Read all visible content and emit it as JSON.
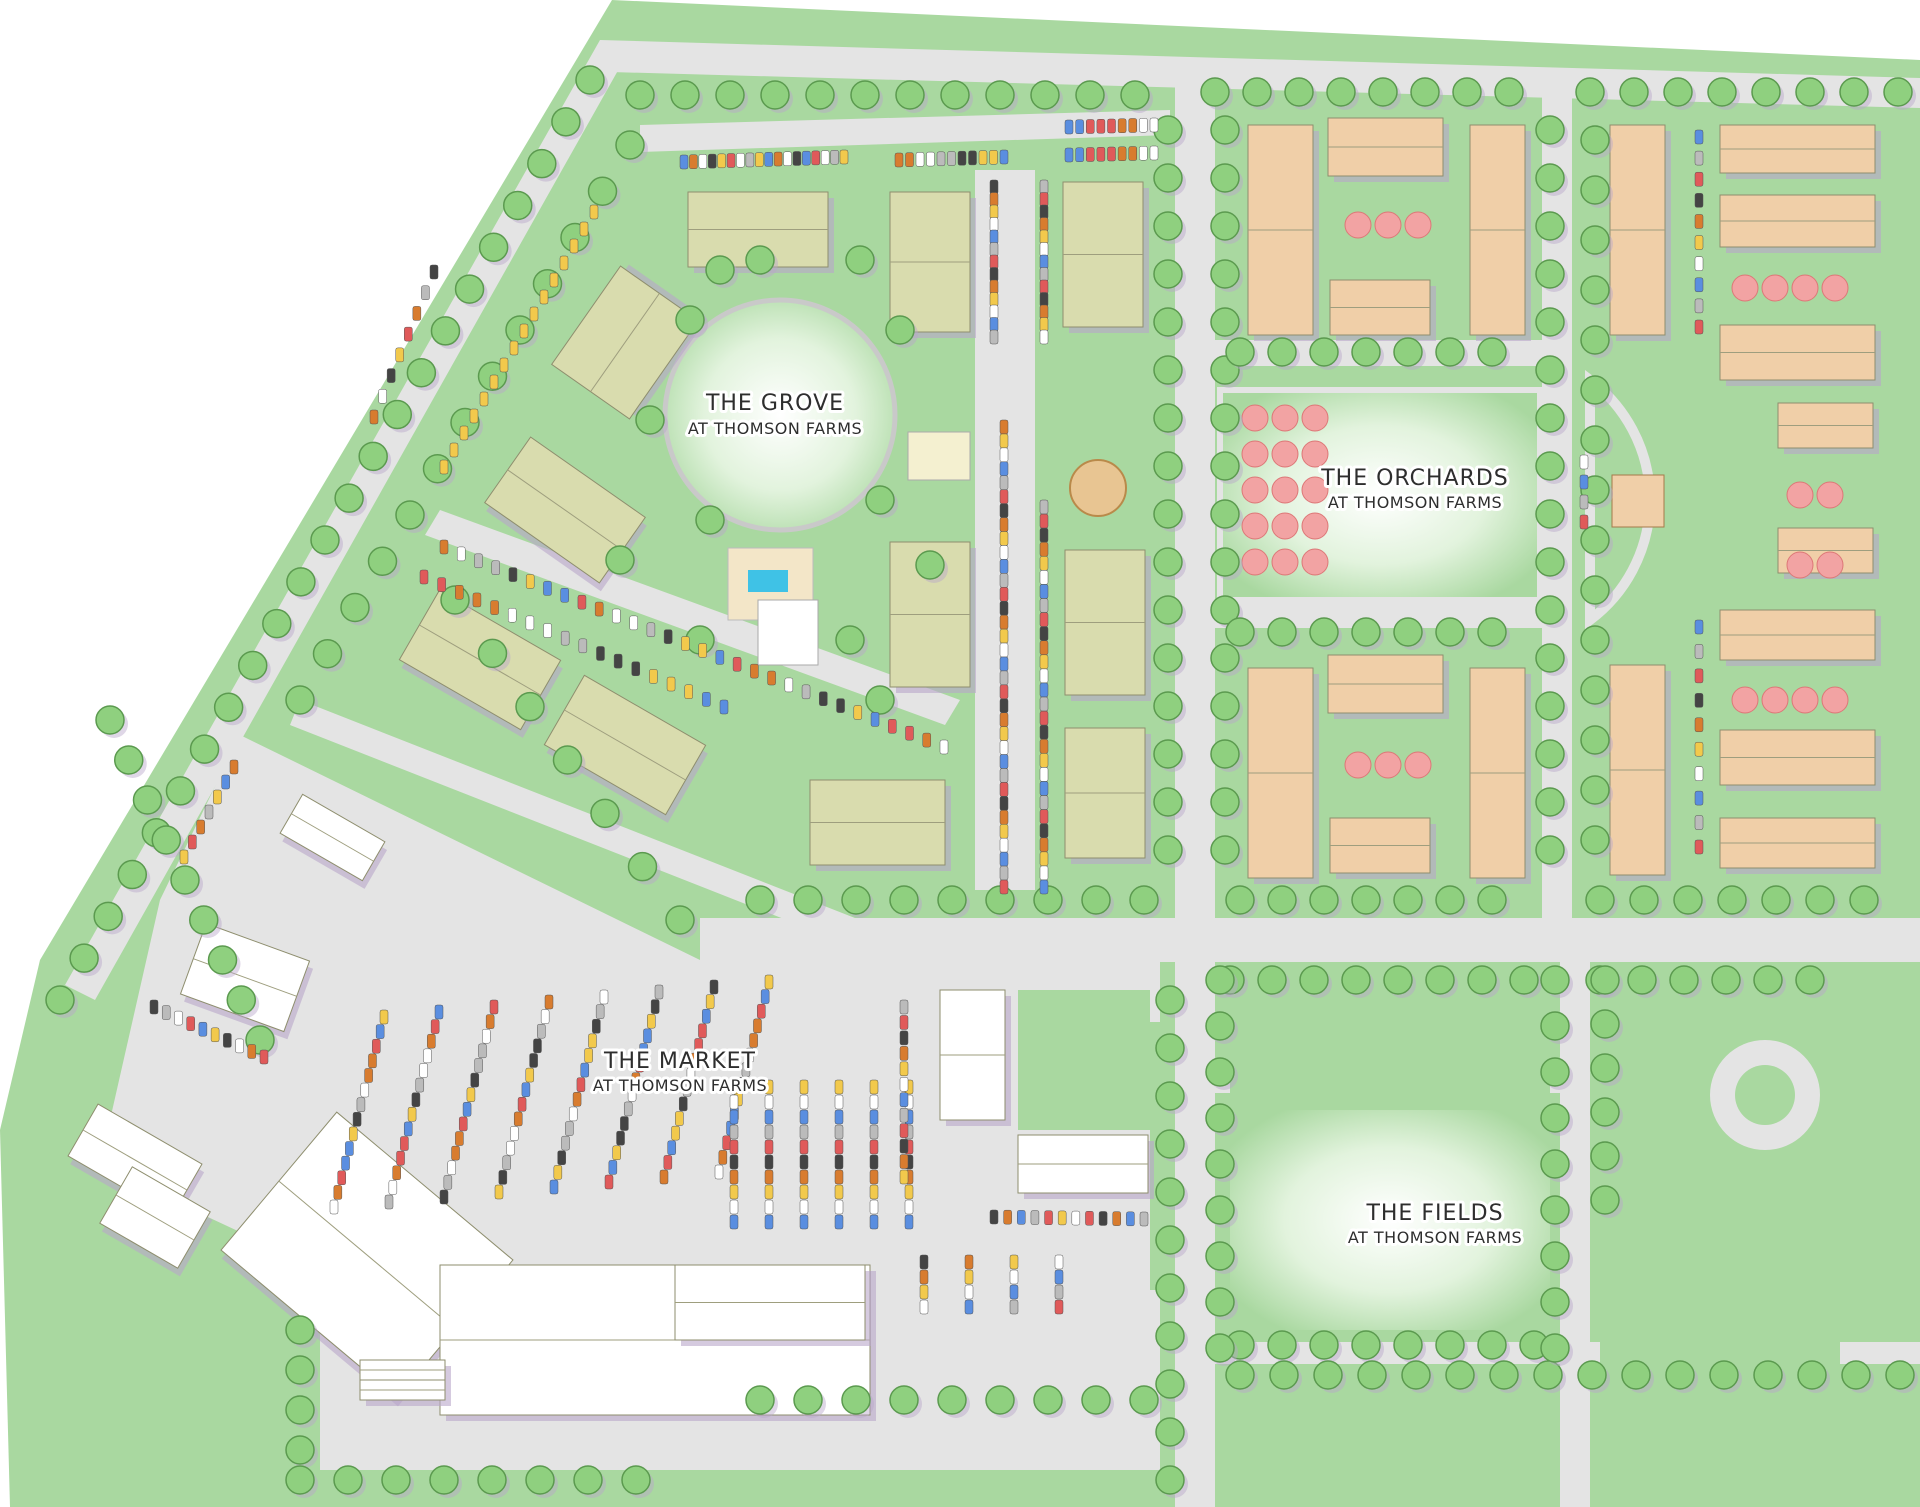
{
  "map": {
    "districts": [
      {
        "id": "grove",
        "name": "THE GROVE",
        "sub": "AT THOMSON FARMS"
      },
      {
        "id": "orchards",
        "name": "THE ORCHARDS",
        "sub": "AT THOMSON FARMS"
      },
      {
        "id": "market",
        "name": "THE MARKET",
        "sub": "AT THOMSON FARMS"
      },
      {
        "id": "fields",
        "name": "THE FIELDS",
        "sub": "AT THOMSON FARMS"
      }
    ]
  },
  "colors": {
    "lawn": "#a9d8a0",
    "lawn_light": "#d6efd0",
    "road": "#e4e4e4",
    "tree": "#8fd07f",
    "apartment_roof": "#d9dcae",
    "townhouse_roof": "#f0cfa8",
    "orchard_tree": "#f2a3a3",
    "commercial_roof": "#ffffff",
    "shadow": "#b9a7c9",
    "pool": "#3fc2e6"
  }
}
